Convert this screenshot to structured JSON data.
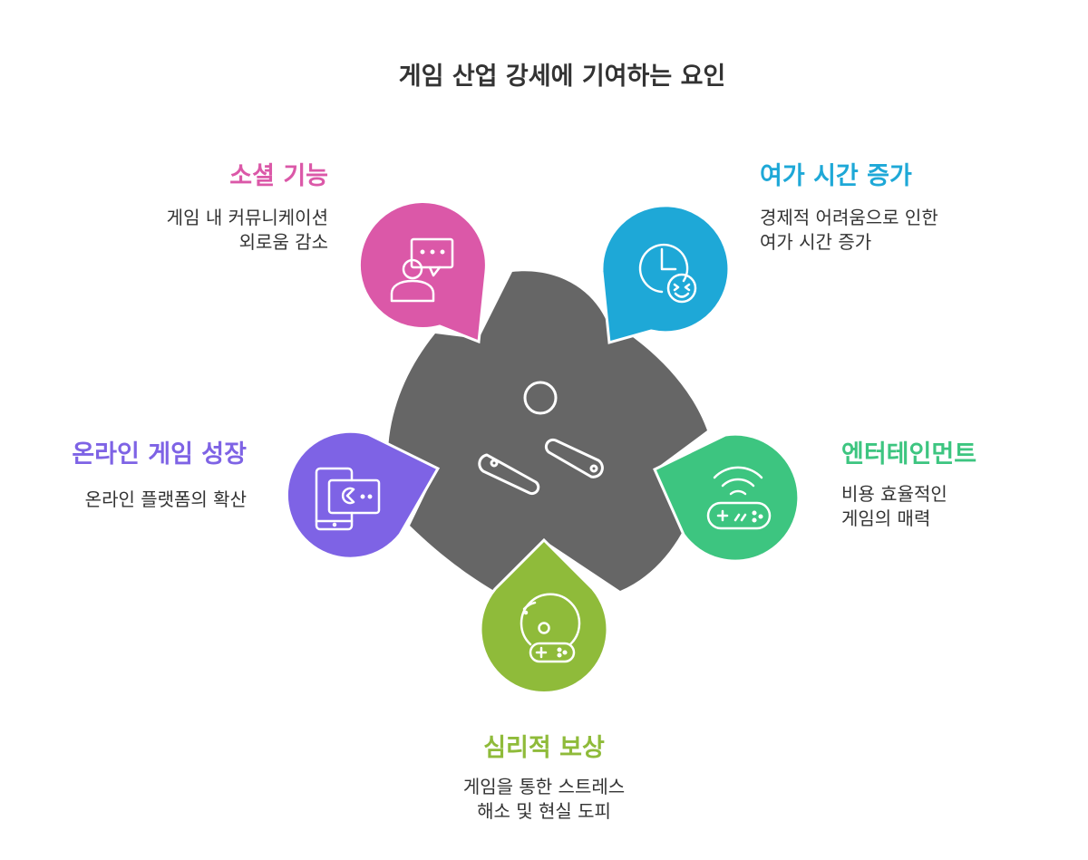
{
  "title": "게임 산업 강세에 기여하는 요인",
  "colors": {
    "center": "#666666",
    "social": "#DB58A8",
    "leisure": "#1EA8D7",
    "online": "#7E63E5",
    "entertainment": "#3DC580",
    "reward": "#8FBB3A"
  },
  "factors": {
    "social": {
      "heading": "소셜 기능",
      "lines": [
        "게임 내 커뮤니케이션",
        "외로움 감소"
      ],
      "icon": "user-chat-icon"
    },
    "leisure": {
      "heading": "여가 시간 증가",
      "lines": [
        "경제적 어려움으로 인한",
        "여가 시간 증가"
      ],
      "icon": "clock-smiley-icon"
    },
    "online": {
      "heading": "온라인 게임 성장",
      "lines": [
        "온라인 플랫폼의 확산"
      ],
      "icon": "mobile-game-icon"
    },
    "entertainment": {
      "heading": "엔터테인먼트",
      "lines": [
        "비용 효율적인",
        "게임의 매력"
      ],
      "icon": "wireless-gamepad-icon"
    },
    "reward": {
      "heading": "심리적 보상",
      "lines": [
        "게임을 통한 스트레스",
        "해소 및 현실 도피"
      ],
      "icon": "pinball-gamepad-icon"
    }
  }
}
